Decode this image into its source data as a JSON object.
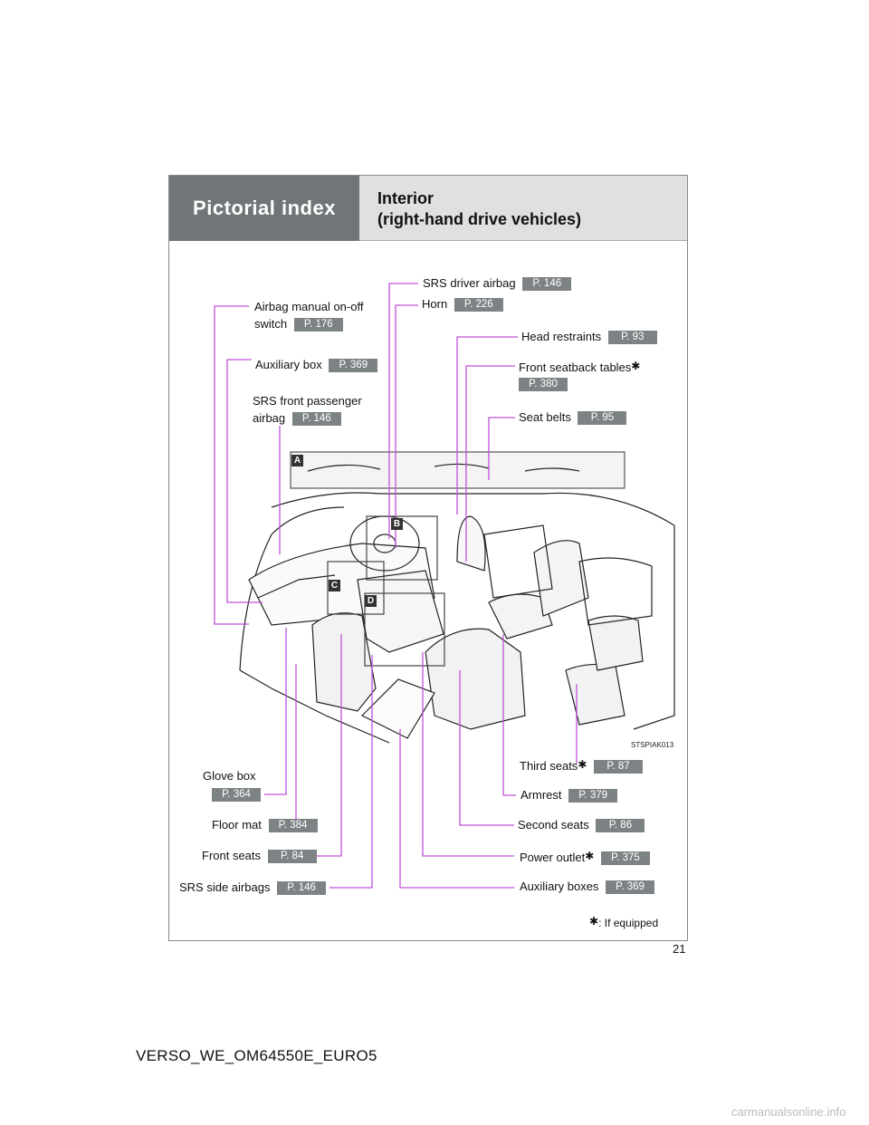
{
  "header": {
    "section": "Pictorial index",
    "title_line1": "Interior",
    "title_line2": "(right-hand drive vehicles)"
  },
  "labels": {
    "srs_driver_airbag": {
      "text": "SRS driver airbag",
      "page": "P. 146"
    },
    "horn": {
      "text": "Horn",
      "page": "P. 226"
    },
    "airbag_switch_line1": "Airbag manual on-off",
    "airbag_switch_line2": "switch",
    "airbag_switch_page": "P. 176",
    "head_restraints": {
      "text": "Head restraints",
      "page": "P. 93"
    },
    "auxiliary_box_top": {
      "text": "Auxiliary box",
      "page": "P. 369"
    },
    "front_seatback_tables": {
      "text": "Front seatback tables",
      "page": "P. 380"
    },
    "srs_front_passenger_line1": "SRS front passenger",
    "srs_front_passenger_line2": "airbag",
    "srs_front_passenger_page": "P. 146",
    "seat_belts": {
      "text": "Seat belts",
      "page": "P. 95"
    },
    "third_seats": {
      "text": "Third seats",
      "page": "P. 87"
    },
    "glove_box": {
      "text": "Glove box",
      "page": "P. 364"
    },
    "armrest": {
      "text": "Armrest",
      "page": "P. 379"
    },
    "floor_mat": {
      "text": "Floor mat",
      "page": "P. 384"
    },
    "second_seats": {
      "text": "Second seats",
      "page": "P. 86"
    },
    "front_seats": {
      "text": "Front seats",
      "page": "P. 84"
    },
    "power_outlet": {
      "text": "Power outlet",
      "page": "P. 375"
    },
    "srs_side_airbags": {
      "text": "SRS side airbags",
      "page": "P. 146"
    },
    "auxiliary_boxes": {
      "text": "Auxiliary boxes",
      "page": "P. 369"
    }
  },
  "star_symbol": "✱",
  "footnote": ": If equipped",
  "callouts": [
    "A",
    "B",
    "C",
    "D"
  ],
  "art_id": "STSPIAK013",
  "page_number": "21",
  "footer": "VERSO_WE_OM64550E_EURO5",
  "watermark": "carmanualsonline.info",
  "colors": {
    "leader": "#c050d8",
    "badge": "#7d8385",
    "header_dark": "#707577",
    "header_light": "#dfe1e1"
  }
}
